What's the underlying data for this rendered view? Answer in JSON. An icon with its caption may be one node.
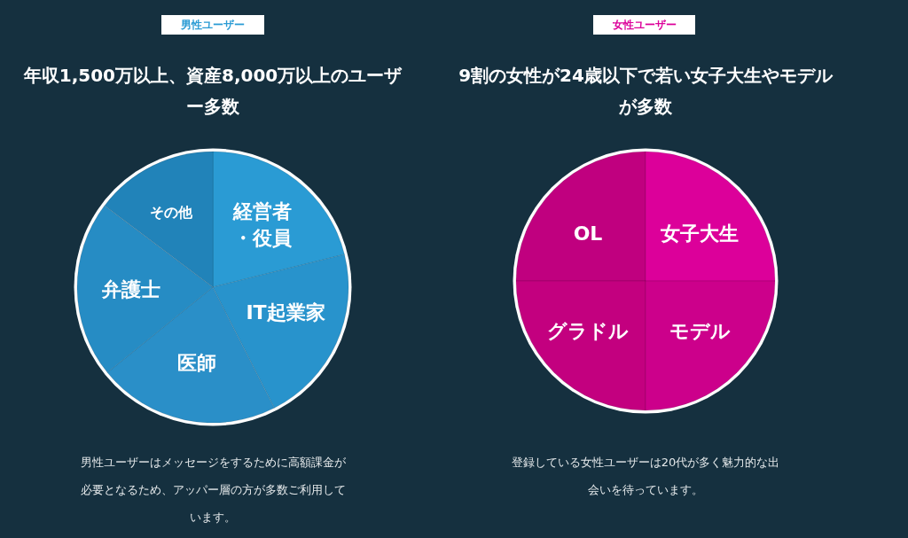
{
  "diagram": {
    "nodes": [
      {
        "text": [
          "男性ユーザー"
        ]
      },
      {
        "text": [
          "女性ユーザー"
        ]
      },
      {
        "text": [
          "経営者・役員"
        ]
      },
      {
        "text": [
          "IT起業家"
        ]
      },
      {
        "text": [
          "医師"
        ]
      },
      {
        "text": [
          "弁護士"
        ]
      },
      {
        "text": [
          "その他"
        ]
      },
      {
        "text": [
          "OL"
        ]
      },
      {
        "text": [
          "女子大生"
        ]
      },
      {
        "text": [
          "グラドル"
        ]
      },
      {
        "text": [
          "モデル"
        ]
      }
    ],
    "labels": [
      "年収1,500万以上、資産8,000万以上のユーザー多数",
      "9割の女性が24歳以下で若い女子大生やモデルが多数",
      "男性ユーザーはメッセージをするために高額課金が必要となるため、アッパー層の方が多数ご利用しています。",
      "登録している女性ユーザーは20代が多く魅力的な出会いを待っています。"
    ]
  }
}
